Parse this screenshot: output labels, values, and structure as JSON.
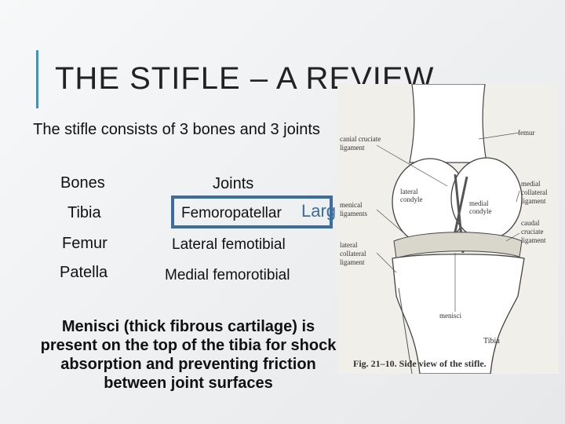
{
  "slide": {
    "title": "THE STIFLE – A REVIEW",
    "intro": "The stifle consists of 3 bones and 3 joints",
    "bones_header": "Bones",
    "joints_header": "Joints",
    "bones": [
      "Tibia",
      "Femur",
      "Patella"
    ],
    "joints": [
      "Femoropatellar",
      "Lateral femotibial",
      "Medial femorotibial"
    ],
    "large_tag": "Larg",
    "menisci_note": "Menisci (thick fibrous cartilage) is present on the top of the tibia for shock absorption and preventing friction between joint surfaces"
  },
  "figure": {
    "caption": "Fig. 21–10. Side view of the stifle.",
    "labels": {
      "femur": "femur",
      "canial_cruciate": "canial cruciate",
      "ligament1": "ligament",
      "lateral_condyle_1": "lateral",
      "lateral_condyle_2": "condyle",
      "medial_condyle_1": "medial",
      "medial_condyle_2": "condyle",
      "menical_1": "menical",
      "menical_2": "ligaments",
      "medial_collateral_1": "medial",
      "medial_collateral_2": "collateral",
      "medial_collateral_3": "ligament",
      "caudal_cruciate_1": "caudal",
      "caudal_cruciate_2": "cruciate",
      "caudal_cruciate_3": "ligament",
      "lateral_collateral_1": "lateral",
      "lateral_collateral_2": "collateral",
      "lateral_collateral_3": "ligament",
      "menisci": "menisci",
      "tibia": "Tibia"
    }
  },
  "colors": {
    "accent": "#3b6e9e",
    "title_bar": "#4a8fb7"
  }
}
